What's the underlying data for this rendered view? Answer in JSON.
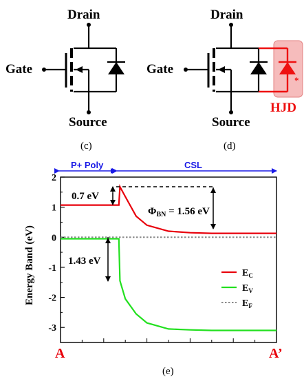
{
  "panel_c": {
    "drain": "Drain",
    "gate": "Gate",
    "source": "Source",
    "caption": "(c)"
  },
  "panel_d": {
    "drain": "Drain",
    "gate": "Gate",
    "source": "Source",
    "hjd": "HJD",
    "star": "*",
    "caption": "(d)"
  },
  "panel_e": {
    "caption": "(e)",
    "region_left": "P+ Poly",
    "region_right": "CSL",
    "ylabel": "Energy Band (eV)",
    "xlabel_left": "A",
    "xlabel_right": "A’",
    "ann_07": "0.7 eV",
    "ann_143": "1.43 eV",
    "ann_phi_symbol": "Φ",
    "ann_phi_sub": "BN",
    "ann_phi_value": " = 1.56 eV",
    "legend": [
      {
        "main": "E",
        "sub": "C",
        "color": "#e8000b"
      },
      {
        "main": "E",
        "sub": "V",
        "color": "#22e01f"
      },
      {
        "main": "E",
        "sub": "F",
        "color": "#8a8a8a"
      }
    ],
    "colors": {
      "ec": "#e8000b",
      "ev": "#22e01f",
      "ef": "#8a8a8a",
      "hjd": "#ee1111",
      "region": "#1a1ae6"
    }
  },
  "chart_data": {
    "type": "line",
    "ylabel": "Energy Band (eV)",
    "ylim": [
      -3.5,
      2
    ],
    "yticks": [
      2,
      1,
      0,
      -1,
      -2,
      -3
    ],
    "x": [
      0,
      0.1,
      0.2,
      0.27,
      0.275,
      0.3,
      0.35,
      0.4,
      0.5,
      0.6,
      0.7,
      0.8,
      0.9,
      1.0
    ],
    "series": [
      {
        "name": "EC",
        "values": [
          1.07,
          1.07,
          1.07,
          1.07,
          1.68,
          1.35,
          0.7,
          0.4,
          0.2,
          0.15,
          0.13,
          0.13,
          0.13,
          0.13
        ]
      },
      {
        "name": "EV",
        "values": [
          -0.05,
          -0.05,
          -0.05,
          -0.05,
          -1.45,
          -2.05,
          -2.55,
          -2.85,
          -3.05,
          -3.08,
          -3.1,
          -3.1,
          -3.1,
          -3.1
        ]
      },
      {
        "name": "EF",
        "values": [
          0,
          0,
          0,
          0,
          0,
          0,
          0,
          0,
          0,
          0,
          0,
          0,
          0,
          0
        ]
      }
    ]
  }
}
